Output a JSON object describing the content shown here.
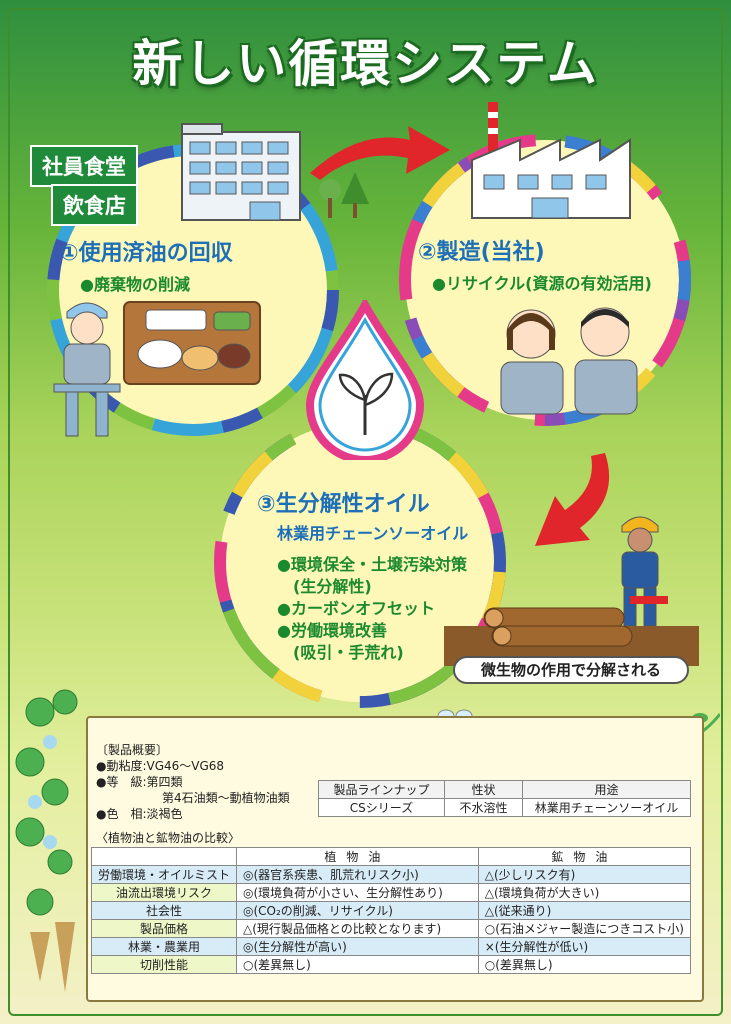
{
  "title": "新しい循環システム",
  "tags": [
    "社員食堂",
    "飲食店"
  ],
  "step1": {
    "heading": "①使用済油の回収",
    "bullet": "●廃棄物の削減"
  },
  "step2": {
    "heading": "②製造(当社)",
    "bullet": "●リサイクル(資源の有効活用)"
  },
  "step3": {
    "heading": "③生分解性オイル",
    "subheading": "林業用チェーンソーオイル",
    "bullets": [
      "●環境保全・土壌汚染対策",
      "(生分解性)",
      "●カーボンオフセット",
      "●労働環境改善",
      "(吸引・手荒れ)"
    ]
  },
  "decompose_label": "微生物の作用で分解される",
  "spec": {
    "heading": "〔製品概要〕",
    "lines": [
      "●動粘度:VG46〜VG68",
      "●等　級:第四類",
      "第4石油類〜動植物油類",
      "●色　相:淡褐色"
    ]
  },
  "lineup": {
    "headers": [
      "製品ラインナップ",
      "性状",
      "用途"
    ],
    "row": [
      "CSシリーズ",
      "不水溶性",
      "林業用チェーンソーオイル"
    ]
  },
  "comparison": {
    "caption": "〈植物油と鉱物油の比較〉",
    "headers": [
      "",
      "植物油",
      "鉱物油"
    ],
    "rows": [
      [
        "労働環境・オイルミスト",
        "◎(器官系疾患、肌荒れリスク小)",
        "△(少しリスク有)"
      ],
      [
        "油流出環境リスク",
        "◎(環境負荷が小さい、生分解性あり)",
        "△(環境負荷が大きい)"
      ],
      [
        "社会性",
        "◎(CO₂の削減、リサイクル)",
        "△(従来通り)"
      ],
      [
        "製品価格",
        "△(現行製品価格との比較となります)",
        "○(石油メジャー製造につきコスト小)"
      ],
      [
        "林業・農業用",
        "◎(生分解性が高い)",
        "×(生分解性が低い)"
      ],
      [
        "切削性能",
        "○(差異無し)",
        "○(差異無し)"
      ]
    ]
  },
  "colors": {
    "title_outline": "#1b6b20",
    "heading_blue": "#1d6fb8",
    "bullet_green": "#1b8a2e",
    "tag_bg": "#1f8b3a",
    "arrow_red": "#e0262a"
  }
}
